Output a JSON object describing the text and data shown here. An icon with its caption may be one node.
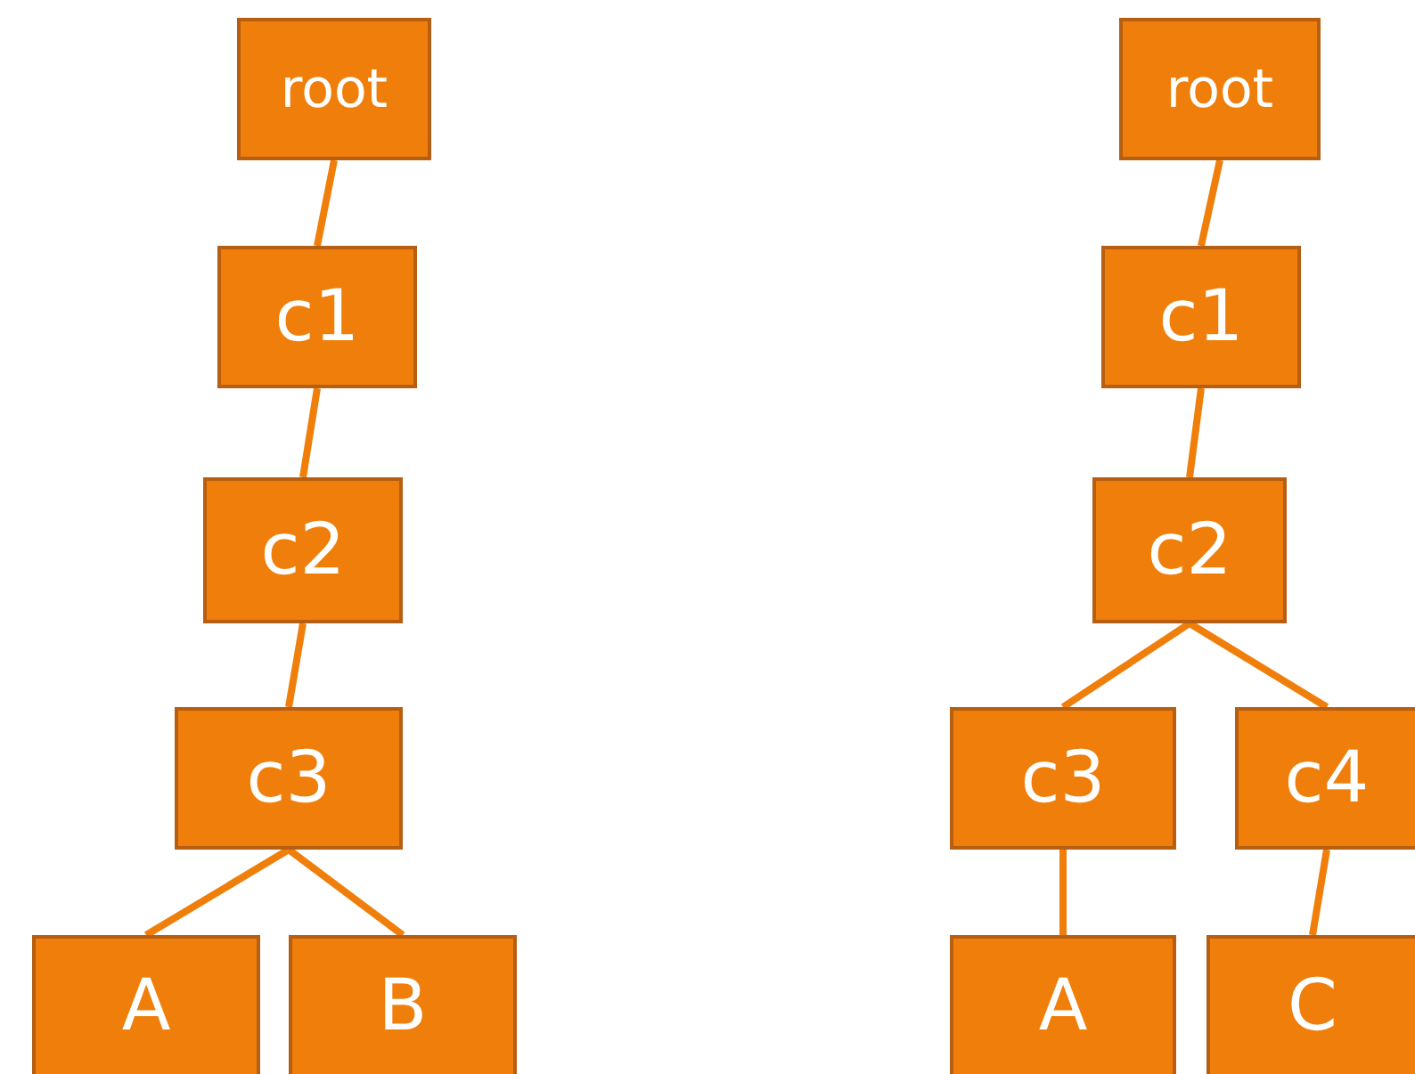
{
  "diagram": {
    "nodes": [
      {
        "text": [
          "root"
        ]
      },
      {
        "text": [
          "c1"
        ]
      },
      {
        "text": [
          "c2"
        ]
      },
      {
        "text": [
          "c3"
        ]
      },
      {
        "text": [
          "A"
        ]
      },
      {
        "text": [
          "B"
        ]
      },
      {
        "text": [
          "root"
        ]
      },
      {
        "text": [
          "c1"
        ]
      },
      {
        "text": [
          "c2"
        ]
      },
      {
        "text": [
          "c3"
        ]
      },
      {
        "text": [
          "c4"
        ]
      },
      {
        "text": [
          "A"
        ]
      },
      {
        "text": [
          "C"
        ]
      }
    ],
    "edges": [
      {
        "from": 0,
        "to": 1,
        "arrow": "none"
      },
      {
        "from": 1,
        "to": 2,
        "arrow": "none"
      },
      {
        "from": 2,
        "to": 3,
        "arrow": "none"
      },
      {
        "from": 3,
        "to": 4,
        "arrow": "none"
      },
      {
        "from": 3,
        "to": 5,
        "arrow": "none"
      },
      {
        "from": 6,
        "to": 7,
        "arrow": "none"
      },
      {
        "from": 7,
        "to": 8,
        "arrow": "none"
      },
      {
        "from": 8,
        "to": 9,
        "arrow": "none"
      },
      {
        "from": 8,
        "to": 10,
        "arrow": "none"
      },
      {
        "from": 9,
        "to": 11,
        "arrow": "none"
      },
      {
        "from": 10,
        "to": 12,
        "arrow": "none"
      }
    ]
  }
}
